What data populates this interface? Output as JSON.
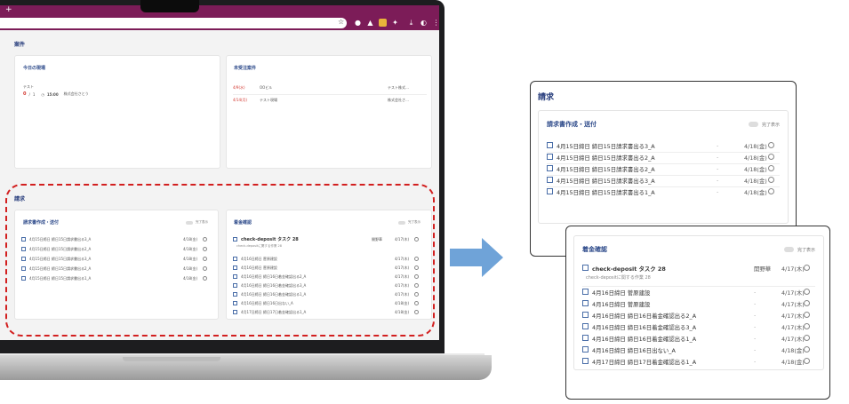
{
  "app": {
    "screen_title": "案件",
    "tab_plus": "+"
  },
  "today_site": {
    "title": "今日の現場",
    "name": "テスト",
    "count_done": "0",
    "count_sep": "/",
    "count_total": "1",
    "time": "15:00",
    "company": "株式会社さとう"
  },
  "unordered": {
    "title": "未受注案件",
    "rows": [
      {
        "date": "4/9(水)",
        "name": "OOビル",
        "company": "テスト株式…"
      },
      {
        "date": "4/14(月)",
        "name": "テスト現場",
        "company": "株式会社さ…"
      }
    ]
  },
  "billing": {
    "section_title": "請求",
    "invoice_title": "請求書作成・送付",
    "toggle_label": "完了表示",
    "invoice_rows": [
      {
        "text": "4月15日締日 締日15日請求書出る3_A",
        "date": "4/18(金)"
      },
      {
        "text": "4月15日締日 締日15日請求書出る2_A",
        "date": "4/18(金)"
      },
      {
        "text": "4月15日締日 締日15日請求書出る3_A",
        "date": "4/18(金)"
      },
      {
        "text": "4月15日締日 締日15日請求書出る2_A",
        "date": "4/18(金)"
      },
      {
        "text": "4月15日締日 締日15日請求書出る1_A",
        "date": "4/18(金)"
      }
    ],
    "payment_title": "着金確認",
    "deposit_task": "check-deposit タスク 28",
    "deposit_sub": "check-depositに関する作業 28",
    "deposit_assignee": "開野華",
    "deposit_date": "4/17(木)",
    "payment_rows": [
      {
        "text": "4月16日締日 菅原建設",
        "date": "4/17(木)"
      },
      {
        "text": "4月16日締日 菅原建設",
        "date": "4/17(木)"
      },
      {
        "text": "4月16日締日 締日16日着金確認出る2_A",
        "date": "4/17(木)"
      },
      {
        "text": "4月16日締日 締日16日着金確認出る3_A",
        "date": "4/17(木)"
      },
      {
        "text": "4月16日締日 締日16日着金確認出る1_A",
        "date": "4/17(木)"
      },
      {
        "text": "4月16日締日 締日16日出ない_A",
        "date": "4/18(金)"
      },
      {
        "text": "4月17日締日 締日17日着金確認出る1_A",
        "date": "4/18(金)"
      }
    ]
  },
  "zoom1_rows": [
    {
      "text": "4月15日締日 締日15日請求書出る3_A",
      "date": "4/18(金)"
    },
    {
      "text": "4月15日締日 締日15日請求書出る2_A",
      "date": "4/18(金)"
    },
    {
      "text": "4月15日締日 締日15日請求書出る2_A",
      "date": "4/18(金)"
    },
    {
      "text": "4月15日締日 締日15日請求書出る3_A",
      "date": "4/18(金)"
    },
    {
      "text": "4月15日締日 締日15日請求書出る1_A",
      "date": "4/18(金)"
    }
  ],
  "dash_mark": "-",
  "colors": {
    "browser_bar": "#7c1c58",
    "highlight_dash": "#d21f1f",
    "arrow": "#6fa3d8",
    "title_blue": "#243a7a",
    "alert_red": "#d2352e"
  }
}
